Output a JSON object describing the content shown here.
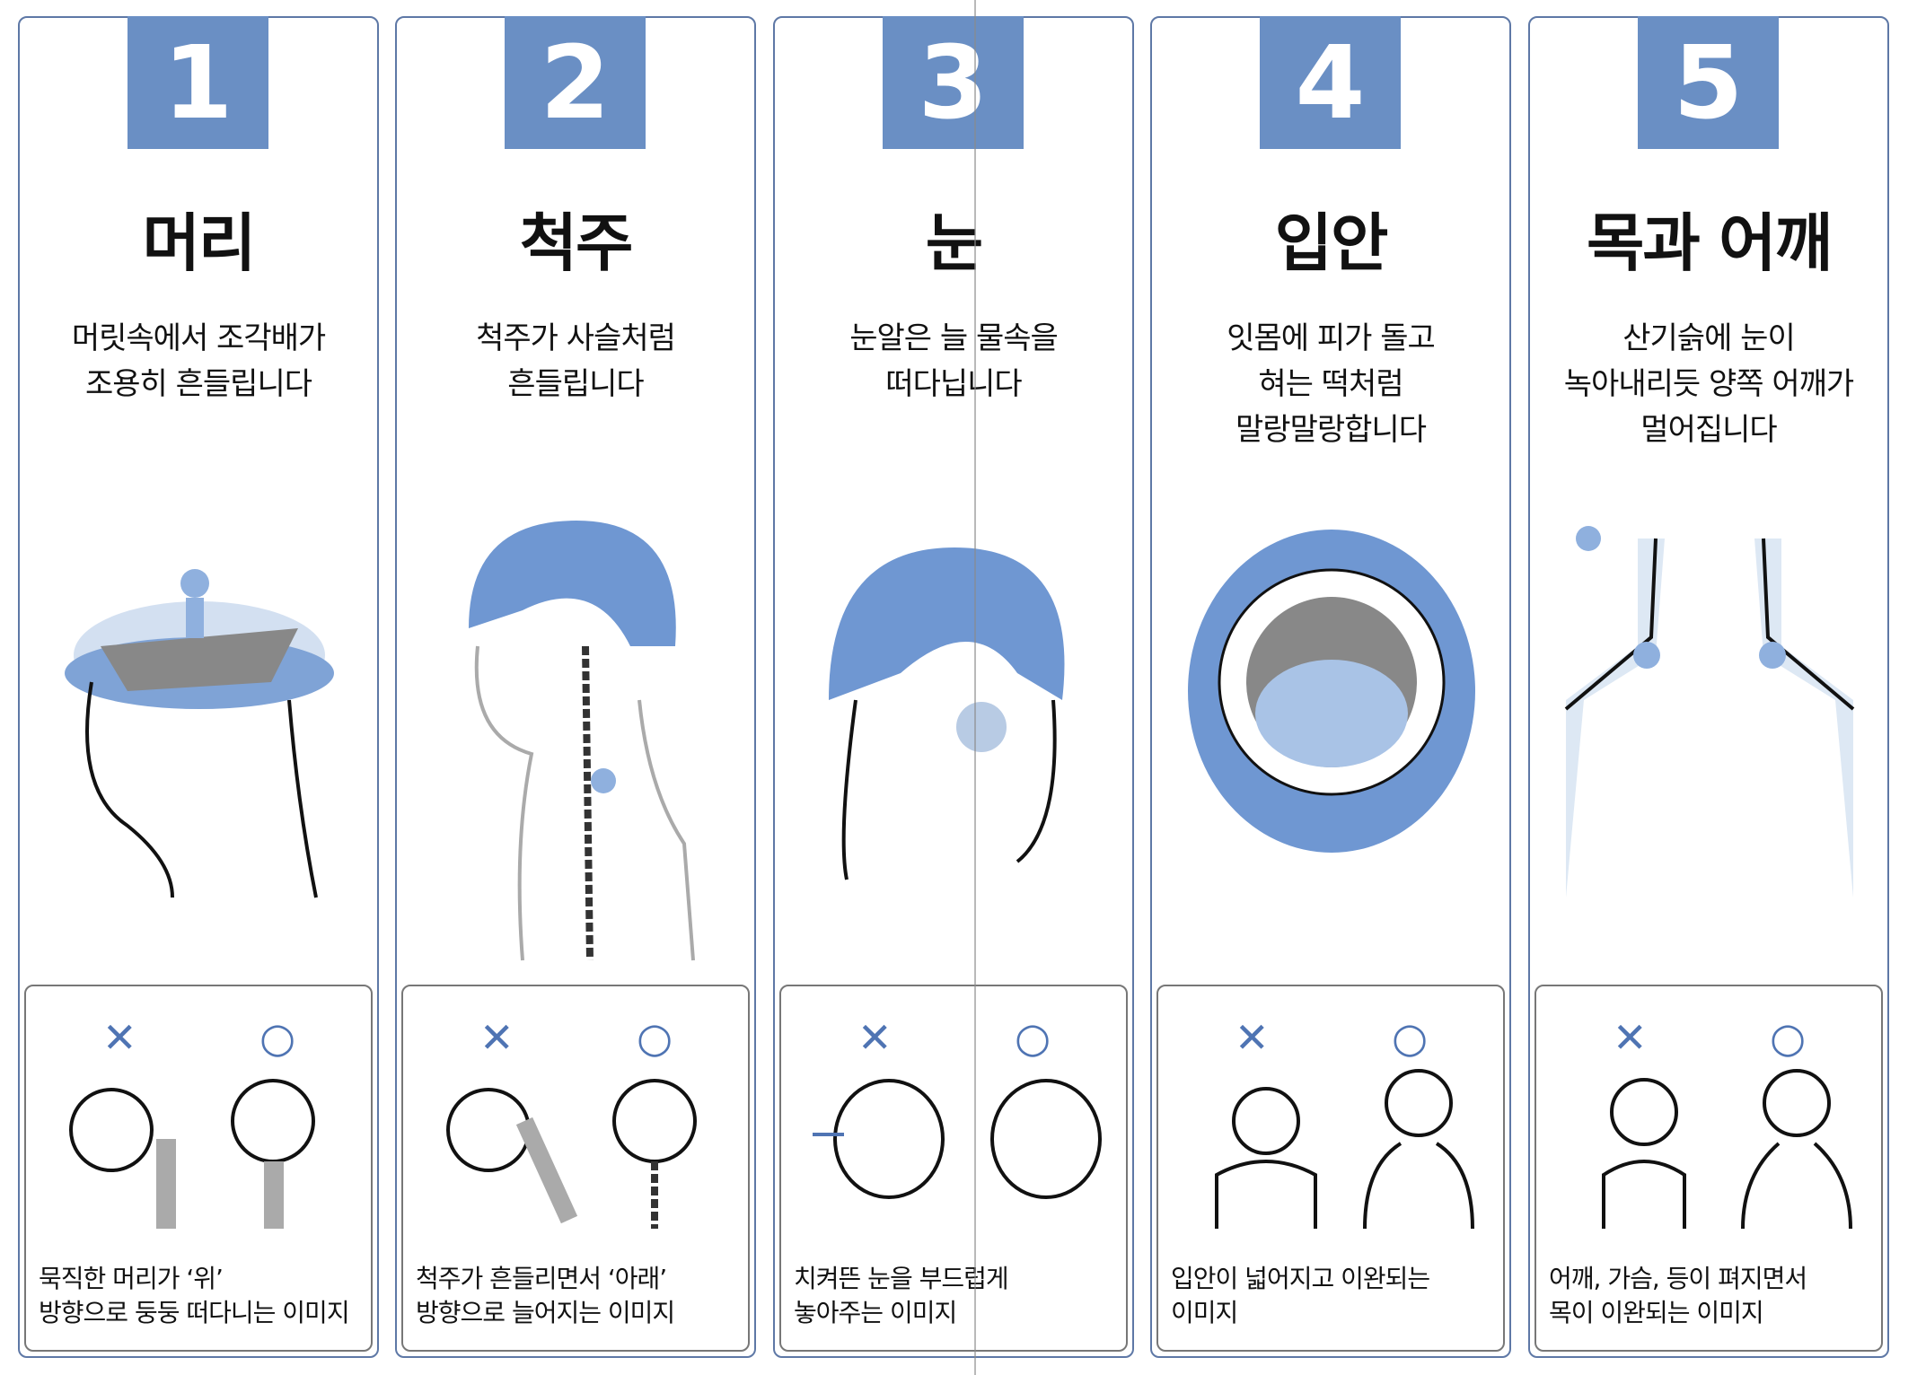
{
  "colors": {
    "accent": "#6a8fc4",
    "border": "#5e78a6"
  },
  "marks": {
    "wrong": "✕",
    "right": "○"
  },
  "panels": [
    {
      "number": "1",
      "title": "머리",
      "desc": [
        "머릿속에서 조각배가",
        "조용히 흔들립니다"
      ],
      "caption": [
        "묵직한 머리가 ‘위’",
        "방향으로 둥둥 떠다니는 이미지"
      ]
    },
    {
      "number": "2",
      "title": "척주",
      "desc": [
        "척주가 사슬처럼",
        "흔들립니다"
      ],
      "caption": [
        "척주가 흔들리면서 ‘아래’",
        "방향으로 늘어지는 이미지"
      ]
    },
    {
      "number": "3",
      "title": "눈",
      "desc": [
        "눈알은 늘 물속을",
        "떠다닙니다"
      ],
      "caption": [
        "치켜뜬 눈을 부드럽게",
        "놓아주는 이미지"
      ]
    },
    {
      "number": "4",
      "title": "입안",
      "desc": [
        "잇몸에 피가 돌고",
        "혀는 떡처럼",
        "말랑말랑합니다"
      ],
      "caption": [
        "입안이 넓어지고 이완되는",
        "이미지"
      ]
    },
    {
      "number": "5",
      "title": "목과 어깨",
      "desc": [
        "산기슭에 눈이",
        "녹아내리듯 양쪽 어깨가",
        "멀어집니다"
      ],
      "caption": [
        "어깨, 가슴, 등이 펴지면서",
        "목이 이완되는 이미지"
      ]
    }
  ]
}
